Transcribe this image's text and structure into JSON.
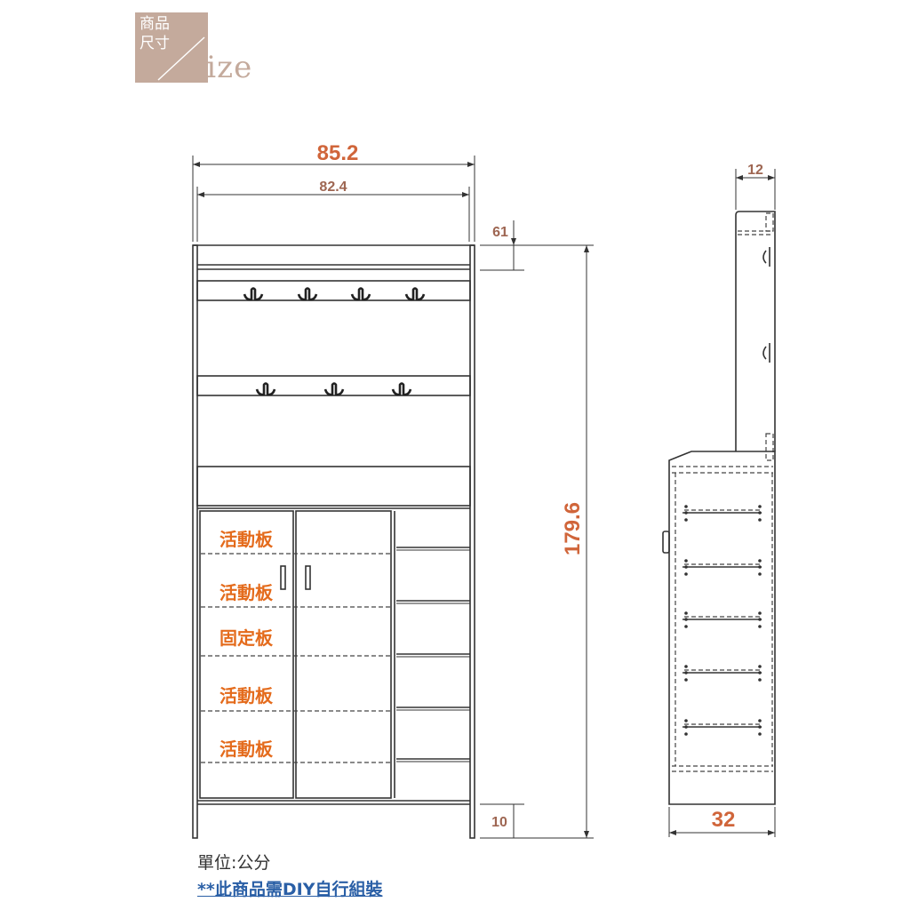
{
  "logo": {
    "line1": "商品",
    "line2": "尺寸",
    "size_word": "Size"
  },
  "dimensions": {
    "overall_width": "85.2",
    "inner_width": "82.4",
    "top_offset": "61",
    "height": "179.6",
    "bottom_clearance": "10",
    "top_depth": "12",
    "depth": "32"
  },
  "shelf_labels": [
    "活動板",
    "活動板",
    "固定板",
    "活動板",
    "活動板"
  ],
  "notes": {
    "unit": "單位:公分",
    "diy": "**此商品需DIY自行組裝"
  },
  "colors": {
    "dim_major": "#d0653a",
    "dim_minor": "#9e6652",
    "shelf_label": "#e46b1c",
    "logo_bg": "#c4aa9c",
    "note_link": "#2a5fa6"
  }
}
